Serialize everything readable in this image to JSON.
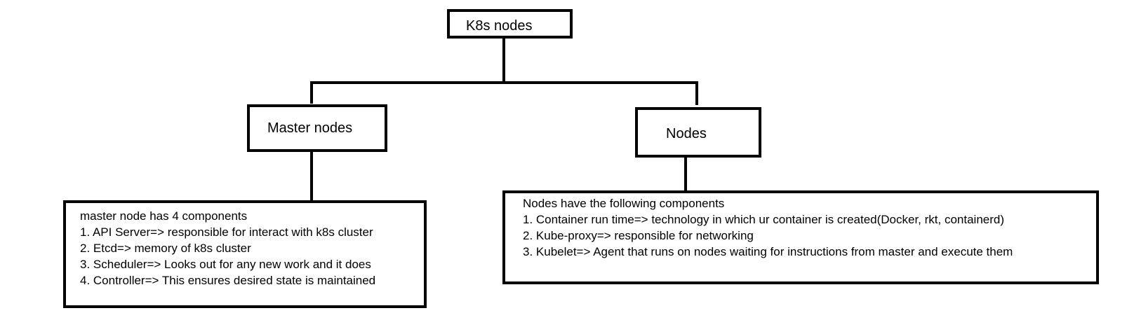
{
  "root": {
    "label": "K8s nodes"
  },
  "master": {
    "label": "Master nodes",
    "details": {
      "heading": "master node has 4 components",
      "items": [
        "1. API Server=> responsible for interact with k8s cluster",
        "2. Etcd=> memory of k8s cluster",
        "3. Scheduler=>  Looks out for any new work and it does",
        "4. Controller=> This ensures desired state is maintained"
      ]
    }
  },
  "worker": {
    "label": "Nodes",
    "details": {
      "heading": "Nodes have the following components",
      "items": [
        "1. Container run time=> technology in which ur container is created(Docker, rkt, containerd)",
        "2. Kube-proxy=> responsible for networking",
        "3. Kubelet=>  Agent that runs on nodes waiting for instructions from master and execute them"
      ]
    }
  }
}
